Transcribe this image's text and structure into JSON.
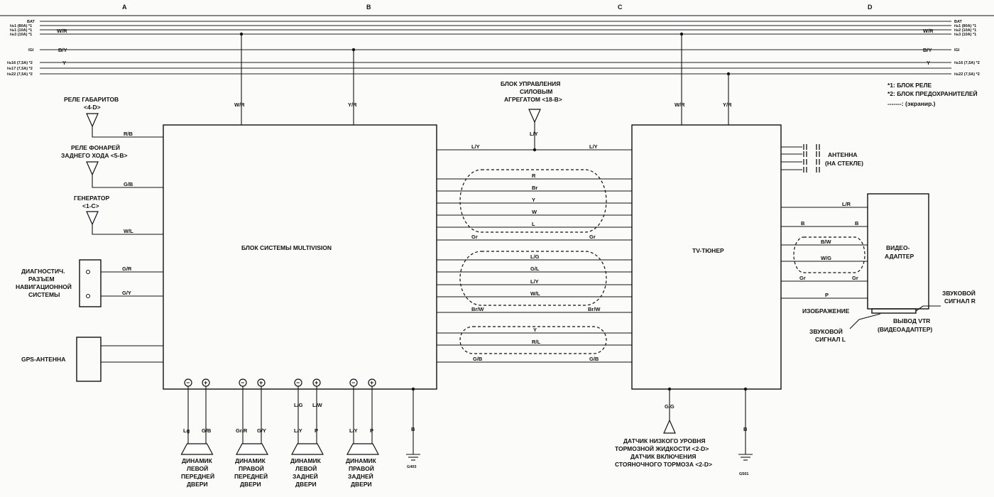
{
  "columns": [
    "A",
    "B",
    "C",
    "D"
  ],
  "bus_left_labels": [
    "BAT",
    "№1 (80A) *1",
    "№1 (10A) *1",
    "№3 (10A) *1",
    "IGI",
    "№16 (7,5A) *2",
    "№17 (7,5A) *2",
    "№22 (7,5A) *2"
  ],
  "bus_right_labels": [
    "BAT",
    "№1 (80A) *1",
    "№2 (10A) *1",
    "№3 (10A) *1",
    "IGI",
    "№16 (7,5A) *2",
    "№22 (7,5A) *2"
  ],
  "bus_wire_colors": {
    "wr_left": "W/R",
    "wr_right": "W/R",
    "by_left": "B/Y",
    "by_right": "B/Y",
    "y_left": "Y",
    "y_right": "Y"
  },
  "legend": {
    "relay": "*1: БЛОК РЕЛЕ",
    "fuse": "*2: БЛОК ПРЕДОХРАНИТЕЛЕЙ",
    "shield": "-------: (экранир.)"
  },
  "components": {
    "gabarit_relay": "РЕЛЕ ГАБАРИТОВ",
    "gabarit_relay_ref": "<4-D>",
    "reverse_relay_1": "РЕЛЕ ФОНАРЕЙ",
    "reverse_relay_2": "ЗАДНЕГО ХОДА <5-B>",
    "generator": "ГЕНЕРАТОР",
    "generator_ref": "<1-C>",
    "diag_1": "ДИАГНОСТИЧ.",
    "diag_2": "РАЗЪЕМ",
    "diag_3": "НАВИГАЦИОННОЙ",
    "diag_4": "СИСТЕМЫ",
    "gps": "GPS-АНТЕННА",
    "multivision": "БЛОК СИСТЕМЫ MULTIVISION",
    "ecu_1": "БЛОК УПРАВЛЕНИЯ",
    "ecu_2": "СИЛОВЫМ",
    "ecu_3": "АГРЕГАТОМ <18-B>",
    "tuner": "TV-ТЮНЕР",
    "antenna_1": "АНТЕННА",
    "antenna_2": "(НА СТЕКЛЕ)",
    "video_1": "ВИДЕО-",
    "video_2": "АДАПТЕР",
    "image_out": "ИЗОБРАЖЕНИЕ",
    "audio_r_1": "ЗВУКОВОЙ",
    "audio_r_2": "СИГНАЛ R",
    "audio_l_1": "ЗВУКОВОЙ",
    "audio_l_2": "СИГНАЛ L",
    "vtr_1": "ВЫВОД VTR",
    "vtr_2": "(ВИДЕОАДАПТЕР)",
    "brake_1": "ДАТЧИК НИЗКОГО УРОВНЯ",
    "brake_2": "ТОРМОЗНОЙ ЖИДКОСТИ <2-D>",
    "brake_3": "ДАТЧИК ВКЛЮЧЕНИЯ",
    "brake_4": "СТОЯНОЧНОГО ТОРМОЗА <2-D>",
    "ground_1": "G403",
    "ground_2": "G501"
  },
  "speakers": [
    {
      "l1": "ДИНАМИК",
      "l2": "ЛЕВОЙ",
      "l3": "ПЕРЕДНЕЙ",
      "l4": "ДВЕРИ",
      "w1": "Lg",
      "w2": "G/B"
    },
    {
      "l1": "ДИНАМИК",
      "l2": "ПРАВОЙ",
      "l3": "ПЕРЕДНЕЙ",
      "l4": "ДВЕРИ",
      "w1": "Gr/R",
      "w2": "G/Y"
    },
    {
      "l1": "ДИНАМИК",
      "l2": "ЛЕВОЙ",
      "l3": "ЗАДНЕЙ",
      "l4": "ДВЕРИ",
      "w1": "L/Y",
      "w2": "P"
    },
    {
      "l1": "ДИНАМИК",
      "l2": "ПРАВОЙ",
      "l3": "ЗАДНЕЙ",
      "l4": "ДВЕРИ",
      "w1": "L/Y",
      "w2": "P"
    }
  ],
  "upper_speaker_wires": {
    "a": "L/G",
    "b": "L/W"
  },
  "wire_labels": {
    "mv_wr": "W/R",
    "mv_yr": "Y/R",
    "tv_wr": "W/R",
    "tv_yr": "Y/R",
    "rb": "R/B",
    "gb": "G/B",
    "wl": "W/L",
    "gr": "G/R",
    "gy": "G/Y",
    "ly_ecu": "L/Y",
    "ly_left": "L/Y",
    "ly_right": "L/Y",
    "br": "Br",
    "r": "R",
    "y": "Y",
    "w": "W",
    "l": "L",
    "gr_left": "Gr",
    "gr_right": "Gr",
    "lg": "L/G",
    "gl": "G/L",
    "ly2": "L/Y",
    "wl2": "W/L",
    "brw_left": "Br/W",
    "brw_right": "Br/W",
    "y2": "Y",
    "rl": "R/L",
    "gb_left": "G/B",
    "gb_right": "G/B",
    "lr": "L/R",
    "b1": "B",
    "b2": "B",
    "bw": "B/W",
    "wg": "W/G",
    "gr3": "Gr",
    "gr4": "Gr",
    "p": "P",
    "gg": "G/G",
    "b_gnd1": "B",
    "b_gnd2": "B"
  }
}
